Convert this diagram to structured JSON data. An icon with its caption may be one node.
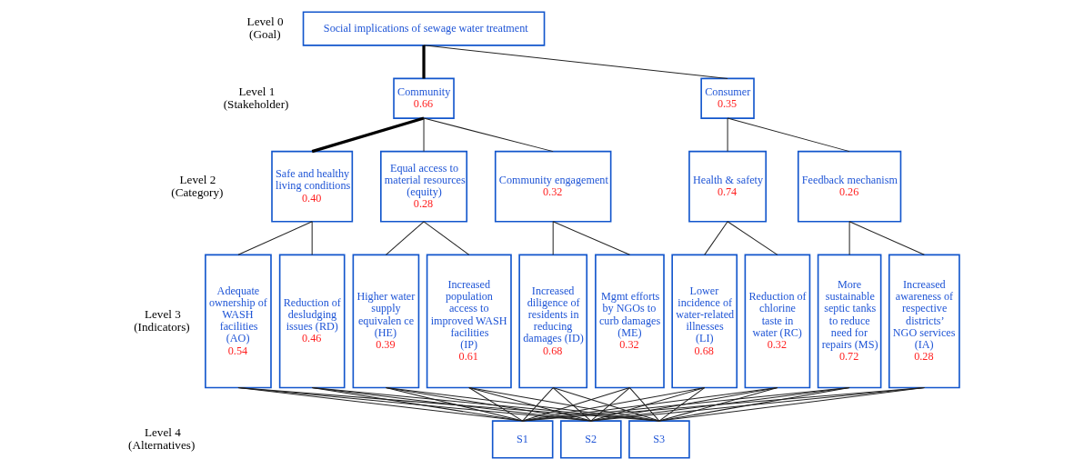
{
  "diagram": {
    "nodes": [
      {
        "text": [
          "Social implications of sewage water treatment"
        ]
      },
      {
        "text": [
          "Community",
          "0.66"
        ]
      },
      {
        "text": [
          "Consumer",
          "0.35"
        ]
      },
      {
        "text": [
          "Safe and healthy living conditions",
          "0.40"
        ]
      },
      {
        "text": [
          "Equal access to material resources (equity)",
          "0.28"
        ]
      },
      {
        "text": [
          "Community engagement",
          "0.32"
        ]
      },
      {
        "text": [
          "Health & safety",
          "0.74"
        ]
      },
      {
        "text": [
          "Feedback mechanism",
          "0.26"
        ]
      },
      {
        "text": [
          "Adequate ownership of WASH facilities (AO)",
          "0.54"
        ]
      },
      {
        "text": [
          "Reduction of desludging issues (RD)",
          "0.46"
        ]
      },
      {
        "text": [
          "Higher water supply equivalen ce (HE)",
          "0.39"
        ]
      },
      {
        "text": [
          "Increased population access to improved WASH facilities (IP)",
          "0.61"
        ]
      },
      {
        "text": [
          "Increased diligence of residents in reducing damages (ID)",
          "0.68"
        ]
      },
      {
        "text": [
          "Mgmt efforts by NGOs to curb damages (ME)",
          "0.32"
        ]
      },
      {
        "text": [
          "Lower incidence of water-related illnesses (LI)",
          "0.68"
        ]
      },
      {
        "text": [
          "Reduction of chlorine taste in water (RC)",
          "0.32"
        ]
      },
      {
        "text": [
          "More sustainable septic tanks to reduce need for repairs (MS)",
          "0.72"
        ]
      },
      {
        "text": [
          "Increased awareness of respective districts’ NGO services (IA)",
          "0.28"
        ]
      },
      {
        "text": [
          "S1"
        ]
      },
      {
        "text": [
          "S2"
        ]
      },
      {
        "text": [
          "S3"
        ]
      }
    ],
    "edges": [
      {
        "from": 0,
        "to": 1,
        "arrow": "none",
        "style": "thick"
      },
      {
        "from": 0,
        "to": 2,
        "arrow": "none"
      },
      {
        "from": 1,
        "to": 3,
        "arrow": "none",
        "style": "thick"
      },
      {
        "from": 1,
        "to": 4,
        "arrow": "none"
      },
      {
        "from": 1,
        "to": 5,
        "arrow": "none"
      },
      {
        "from": 2,
        "to": 6,
        "arrow": "none"
      },
      {
        "from": 2,
        "to": 7,
        "arrow": "none"
      },
      {
        "from": 3,
        "to": 8,
        "arrow": "none"
      },
      {
        "from": 3,
        "to": 9,
        "arrow": "none"
      },
      {
        "from": 4,
        "to": 10,
        "arrow": "none"
      },
      {
        "from": 4,
        "to": 11,
        "arrow": "none"
      },
      {
        "from": 5,
        "to": 12,
        "arrow": "none"
      },
      {
        "from": 5,
        "to": 13,
        "arrow": "none"
      },
      {
        "from": 6,
        "to": 14,
        "arrow": "none"
      },
      {
        "from": 6,
        "to": 15,
        "arrow": "none"
      },
      {
        "from": 7,
        "to": 16,
        "arrow": "none"
      },
      {
        "from": 7,
        "to": 17,
        "arrow": "none"
      },
      {
        "from": 8,
        "to": 18,
        "arrow": "none"
      },
      {
        "from": 8,
        "to": 19,
        "arrow": "none"
      },
      {
        "from": 8,
        "to": 20,
        "arrow": "none"
      },
      {
        "from": 9,
        "to": 18,
        "arrow": "none"
      },
      {
        "from": 9,
        "to": 19,
        "arrow": "none"
      },
      {
        "from": 9,
        "to": 20,
        "arrow": "none"
      },
      {
        "from": 10,
        "to": 18,
        "arrow": "none"
      },
      {
        "from": 10,
        "to": 19,
        "arrow": "none"
      },
      {
        "from": 10,
        "to": 20,
        "arrow": "none"
      },
      {
        "from": 11,
        "to": 18,
        "arrow": "none"
      },
      {
        "from": 11,
        "to": 19,
        "arrow": "none"
      },
      {
        "from": 11,
        "to": 20,
        "arrow": "none"
      },
      {
        "from": 12,
        "to": 18,
        "arrow": "none"
      },
      {
        "from": 12,
        "to": 19,
        "arrow": "none"
      },
      {
        "from": 12,
        "to": 20,
        "arrow": "none"
      },
      {
        "from": 13,
        "to": 18,
        "arrow": "none"
      },
      {
        "from": 13,
        "to": 19,
        "arrow": "none"
      },
      {
        "from": 13,
        "to": 20,
        "arrow": "none"
      },
      {
        "from": 14,
        "to": 18,
        "arrow": "none"
      },
      {
        "from": 14,
        "to": 19,
        "arrow": "none"
      },
      {
        "from": 14,
        "to": 20,
        "arrow": "none"
      },
      {
        "from": 15,
        "to": 18,
        "arrow": "none"
      },
      {
        "from": 15,
        "to": 19,
        "arrow": "none"
      },
      {
        "from": 15,
        "to": 20,
        "arrow": "none"
      },
      {
        "from": 16,
        "to": 18,
        "arrow": "none"
      },
      {
        "from": 16,
        "to": 19,
        "arrow": "none"
      },
      {
        "from": 16,
        "to": 20,
        "arrow": "none"
      },
      {
        "from": 17,
        "to": 18,
        "arrow": "none"
      },
      {
        "from": 17,
        "to": 19,
        "arrow": "none"
      },
      {
        "from": 17,
        "to": 20,
        "arrow": "none"
      }
    ],
    "labels": [
      "Level 0 (Goal)",
      "Level 1 (Stakeholder)",
      "Level 2 (Category)",
      "Level 3 (Indicators)",
      "Level 4 (Alternatives)"
    ]
  }
}
